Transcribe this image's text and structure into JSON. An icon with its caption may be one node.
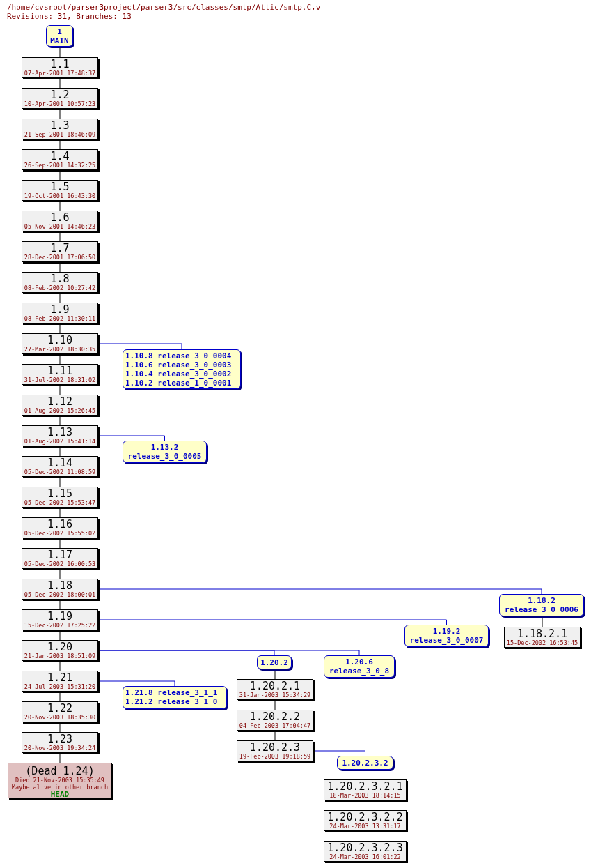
{
  "diagram": {
    "title": "/home/cvsroot/parser3project/parser3/src/classes/smtp/Attic/smtp.C,v",
    "nodes": [
      {
        "text": [
          "1",
          "MAIN"
        ]
      },
      {
        "text": [
          "1.1",
          "07-Apr-2001 17:48:37"
        ]
      },
      {
        "text": [
          "1.2",
          "10-Apr-2001 10:57:23"
        ]
      },
      {
        "text": [
          "1.3",
          "21-Sep-2001 18:46:09"
        ]
      },
      {
        "text": [
          "1.4",
          "26-Sep-2001 14:32:25"
        ]
      },
      {
        "text": [
          "1.5",
          "19-Oct-2001 16:43:30"
        ]
      },
      {
        "text": [
          "1.6",
          "05-Nov-2001 14:46:23"
        ]
      },
      {
        "text": [
          "1.7",
          "28-Dec-2001 17:06:50"
        ]
      },
      {
        "text": [
          "1.8",
          "08-Feb-2002 10:27:42"
        ]
      },
      {
        "text": [
          "1.9",
          "08-Feb-2002 11:30:11"
        ]
      },
      {
        "text": [
          "1.10",
          "27-Mar-2002 18:30:35"
        ]
      },
      {
        "text": [
          "1.11",
          "31-Jul-2002 18:31:02"
        ]
      },
      {
        "text": [
          "1.12",
          "01-Aug-2002 15:26:45"
        ]
      },
      {
        "text": [
          "1.13",
          "01-Aug-2002 15:41:14"
        ]
      },
      {
        "text": [
          "1.14",
          "05-Dec-2002 11:08:59"
        ]
      },
      {
        "text": [
          "1.15",
          "05-Dec-2002 15:53:47"
        ]
      },
      {
        "text": [
          "1.16",
          "05-Dec-2002 15:55:02"
        ]
      },
      {
        "text": [
          "1.17",
          "05-Dec-2002 16:00:53"
        ]
      },
      {
        "text": [
          "1.18",
          "05-Dec-2002 18:00:01"
        ]
      },
      {
        "text": [
          "1.19",
          "15-Dec-2002 17:25:22"
        ]
      },
      {
        "text": [
          "1.20",
          "21-Jan-2003 18:51:09"
        ]
      },
      {
        "text": [
          "1.21",
          "24-Jul-2003 15:31:20"
        ]
      },
      {
        "text": [
          "1.22",
          "20-Nov-2003 18:35:30"
        ]
      },
      {
        "text": [
          "1.23",
          "20-Nov-2003 19:34:24"
        ]
      },
      {
        "text": [
          "(Dead 1.24)",
          "Died 21-Nov-2003 15:35:49",
          "Maybe alive in other branch",
          "HEAD"
        ]
      },
      {
        "text": [
          "1.10.8 release_3_0_0004",
          "1.10.6 release_3_0_0003",
          "1.10.4 release_3_0_0002",
          "1.10.2 release_1_0_0001"
        ]
      },
      {
        "text": [
          "1.13.2",
          "release_3_0_0005"
        ]
      },
      {
        "text": [
          "1.18.2",
          "release_3_0_0006"
        ]
      },
      {
        "text": [
          "1.18.2.1",
          "15-Dec-2002 16:53:45"
        ]
      },
      {
        "text": [
          "1.19.2",
          "release_3_0_0007"
        ]
      },
      {
        "text": [
          "1.20.2"
        ]
      },
      {
        "text": [
          "1.20.6",
          "release_3_0_8"
        ]
      },
      {
        "text": [
          "1.20.2.1",
          "31-Jan-2003 15:34:29"
        ]
      },
      {
        "text": [
          "1.20.2.2",
          "04-Feb-2003 17:04:47"
        ]
      },
      {
        "text": [
          "1.20.2.3",
          "19-Feb-2003 19:18:59"
        ]
      },
      {
        "text": [
          "1.20.2.3.2"
        ]
      },
      {
        "text": [
          "1.20.2.3.2.1",
          "18-Mar-2003 18:14:15"
        ]
      },
      {
        "text": [
          "1.20.2.3.2.2",
          "24-Mar-2003 13:31:17"
        ]
      },
      {
        "text": [
          "1.20.2.3.2.3",
          "24-Mar-2003 16:01:22"
        ]
      },
      {
        "text": [
          "1.21.8 release_3_1_1",
          "1.21.2 release_3_1_0"
        ]
      }
    ],
    "edges": [
      {
        "from": 0,
        "to": 1,
        "arrow": "none"
      },
      {
        "from": 1,
        "to": 2,
        "arrow": "none"
      },
      {
        "from": 2,
        "to": 3,
        "arrow": "none"
      },
      {
        "from": 3,
        "to": 4,
        "arrow": "none"
      },
      {
        "from": 4,
        "to": 5,
        "arrow": "none"
      },
      {
        "from": 5,
        "to": 6,
        "arrow": "none"
      },
      {
        "from": 6,
        "to": 7,
        "arrow": "none"
      },
      {
        "from": 7,
        "to": 8,
        "arrow": "none"
      },
      {
        "from": 8,
        "to": 9,
        "arrow": "none"
      },
      {
        "from": 9,
        "to": 10,
        "arrow": "none"
      },
      {
        "from": 10,
        "to": 11,
        "arrow": "none"
      },
      {
        "from": 11,
        "to": 12,
        "arrow": "none"
      },
      {
        "from": 12,
        "to": 13,
        "arrow": "none"
      },
      {
        "from": 13,
        "to": 14,
        "arrow": "none"
      },
      {
        "from": 14,
        "to": 15,
        "arrow": "none"
      },
      {
        "from": 15,
        "to": 16,
        "arrow": "none"
      },
      {
        "from": 16,
        "to": 17,
        "arrow": "none"
      },
      {
        "from": 17,
        "to": 18,
        "arrow": "none"
      },
      {
        "from": 18,
        "to": 19,
        "arrow": "none"
      },
      {
        "from": 19,
        "to": 20,
        "arrow": "none"
      },
      {
        "from": 20,
        "to": 21,
        "arrow": "none"
      },
      {
        "from": 21,
        "to": 22,
        "arrow": "none"
      },
      {
        "from": 22,
        "to": 23,
        "arrow": "none"
      },
      {
        "from": 23,
        "to": 24,
        "arrow": "none"
      },
      {
        "from": 10,
        "to": 25,
        "arrow": "none",
        "color": "#0000cc"
      },
      {
        "from": 13,
        "to": 26,
        "arrow": "none",
        "color": "#0000cc"
      },
      {
        "from": 18,
        "to": 27,
        "arrow": "none",
        "color": "#0000cc"
      },
      {
        "from": 27,
        "to": 28,
        "arrow": "none"
      },
      {
        "from": 19,
        "to": 29,
        "arrow": "none",
        "color": "#0000cc"
      },
      {
        "from": 20,
        "to": 30,
        "arrow": "none",
        "color": "#0000cc"
      },
      {
        "from": 20,
        "to": 31,
        "arrow": "none",
        "color": "#0000cc"
      },
      {
        "from": 30,
        "to": 32,
        "arrow": "none"
      },
      {
        "from": 32,
        "to": 33,
        "arrow": "none"
      },
      {
        "from": 33,
        "to": 34,
        "arrow": "none"
      },
      {
        "from": 34,
        "to": 35,
        "arrow": "none",
        "color": "#0000cc"
      },
      {
        "from": 35,
        "to": 36,
        "arrow": "none"
      },
      {
        "from": 36,
        "to": 37,
        "arrow": "none"
      },
      {
        "from": 37,
        "to": 38,
        "arrow": "none"
      },
      {
        "from": 21,
        "to": 39,
        "arrow": "none",
        "color": "#0000cc"
      }
    ],
    "labels": [
      "Revisions: 31, Branches: 13"
    ]
  }
}
